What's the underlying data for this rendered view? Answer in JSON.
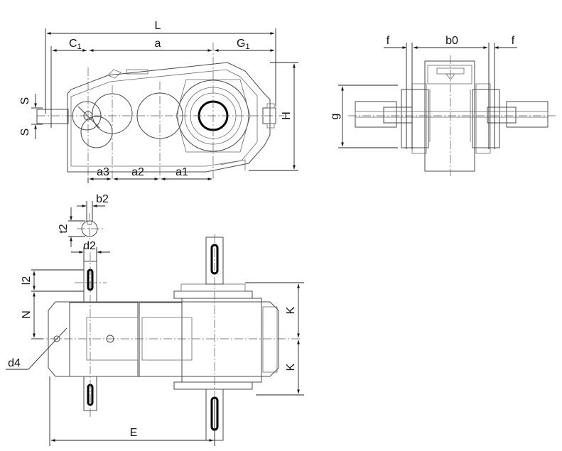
{
  "labels": {
    "L": "L",
    "C1_main": "C",
    "C1_sub": "1",
    "a": "a",
    "G1_main": "G",
    "G1_sub": "1",
    "H": "H",
    "S_top": "S",
    "S_bot": "S",
    "a3": "a3",
    "a2": "a2",
    "a1": "a1",
    "f_left": "f",
    "b0": "b0",
    "f_right": "f",
    "g": "g",
    "b2": "b2",
    "t2": "t2",
    "d2": "d2",
    "l2": "l2",
    "N": "N",
    "d4": "d4",
    "K_top": "K",
    "K_bot": "K",
    "E": "E"
  }
}
